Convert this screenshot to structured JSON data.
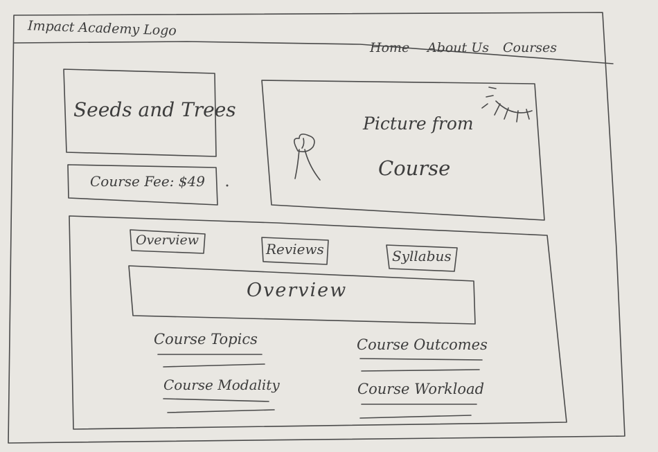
{
  "header": {
    "logo_label": "Impact Academy Logo",
    "nav": [
      {
        "label": "Home"
      },
      {
        "label": "About Us"
      },
      {
        "label": "Courses"
      }
    ]
  },
  "course": {
    "title": "Seeds and Trees",
    "fee": "Course Fee: $49",
    "picture_line1": "Picture from",
    "picture_line2": "Course"
  },
  "tabs": [
    {
      "label": "Overview"
    },
    {
      "label": "Reviews"
    },
    {
      "label": "Syllabus"
    }
  ],
  "overview_panel": {
    "heading": "Overview"
  },
  "sections": {
    "topics": "Course Topics",
    "outcomes": "Course Outcomes",
    "modality": "Course Modality",
    "workload": "Course Workload"
  },
  "colors": {
    "paper": "#e9e7e2",
    "ink": "#4a4a4a"
  }
}
